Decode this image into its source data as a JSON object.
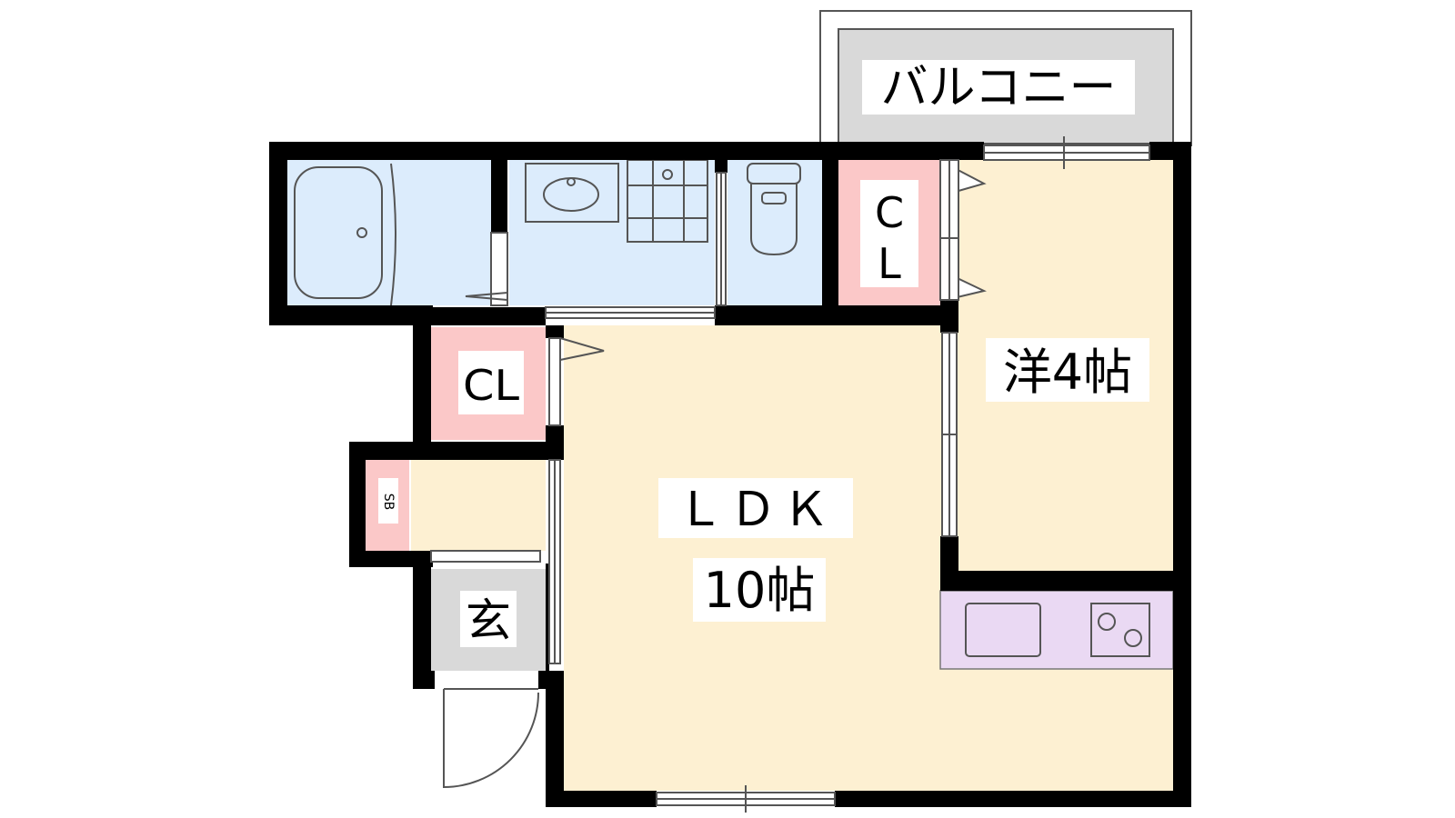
{
  "rooms": {
    "balcony": "バルコニー",
    "closet_upper_line1": "C",
    "closet_upper_line2": "L",
    "western_room": "洋4帖",
    "closet_left": "CL",
    "shoebox": "SB",
    "entrance": "玄",
    "ldk": "ＬＤＫ",
    "ldk_size": "10帖"
  },
  "colors": {
    "wet_area": "#dcecfc",
    "closet": "#fbc8c8",
    "living": "#fdf0d2",
    "kitchen": "#ead9f3",
    "entrance": "#d9d9d9",
    "balcony": "#d9d9d9",
    "wall": "#000000"
  }
}
